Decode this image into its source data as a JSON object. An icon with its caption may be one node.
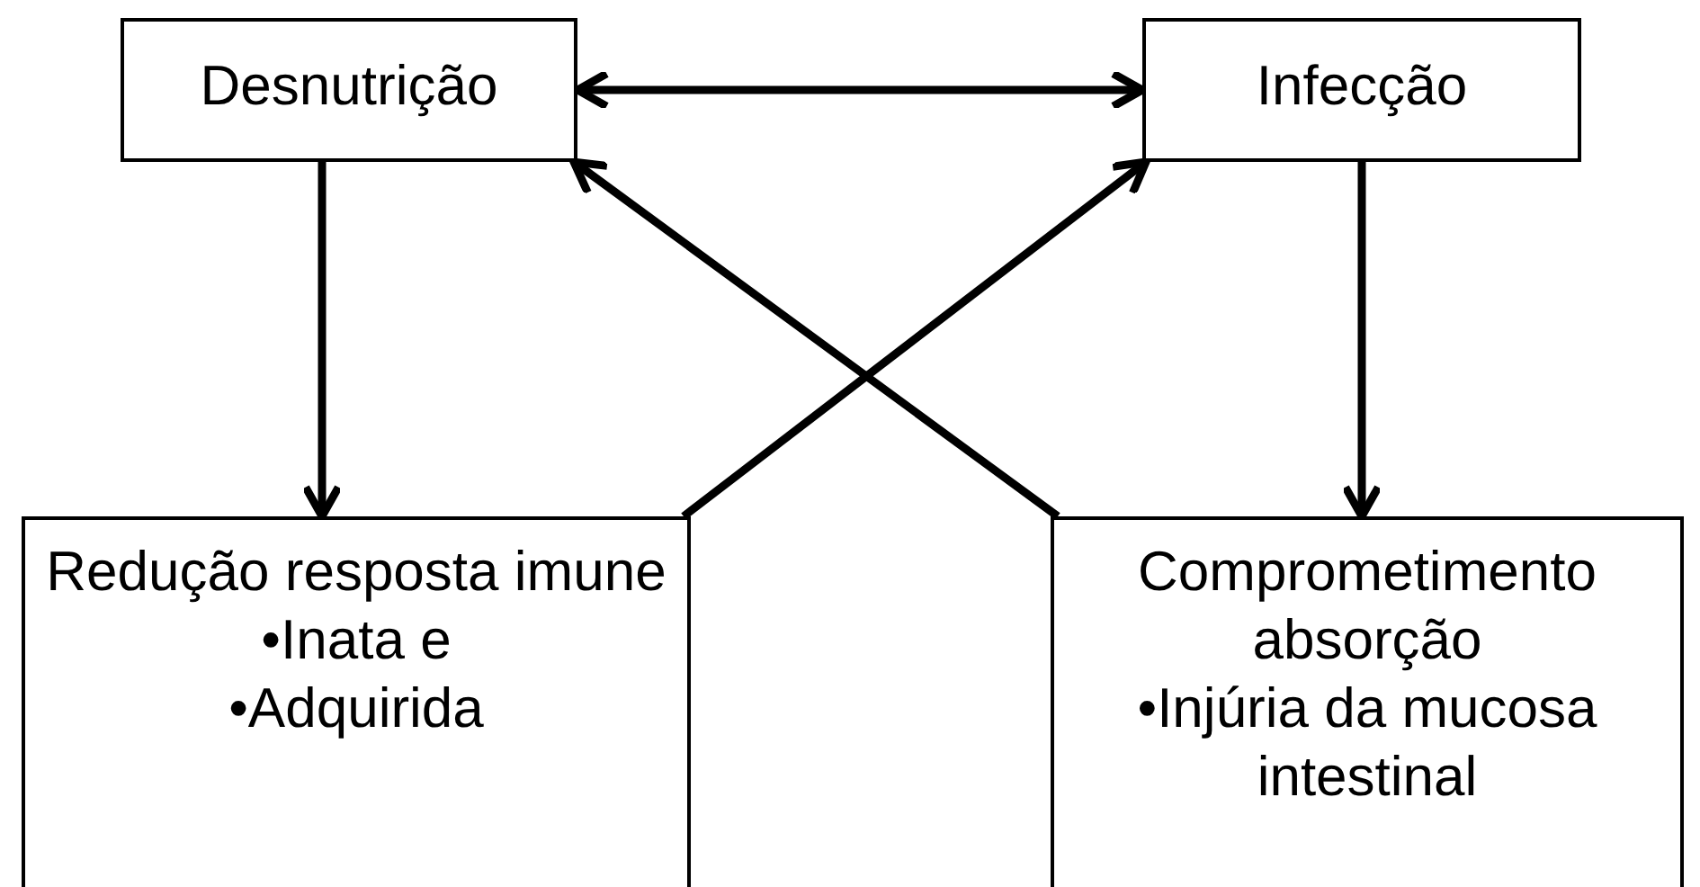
{
  "diagram": {
    "nodes": [
      {
        "text": [
          "Desnutrição"
        ]
      },
      {
        "text": [
          "Infecção"
        ]
      },
      {
        "text": [
          "Redução resposta imune",
          "•Inata e",
          "•Adquirida"
        ]
      },
      {
        "text": [
          "Comprometimento absorção",
          "•Injúria da mucosa intestinal"
        ]
      }
    ],
    "edges": [
      {
        "from": 0,
        "to": 1,
        "arrow": "both"
      },
      {
        "from": 0,
        "to": 2,
        "arrow": "to"
      },
      {
        "from": 1,
        "to": 3,
        "arrow": "to"
      },
      {
        "from": 3,
        "to": 0,
        "arrow": "to"
      },
      {
        "from": 2,
        "to": 1,
        "arrow": "to"
      }
    ]
  }
}
